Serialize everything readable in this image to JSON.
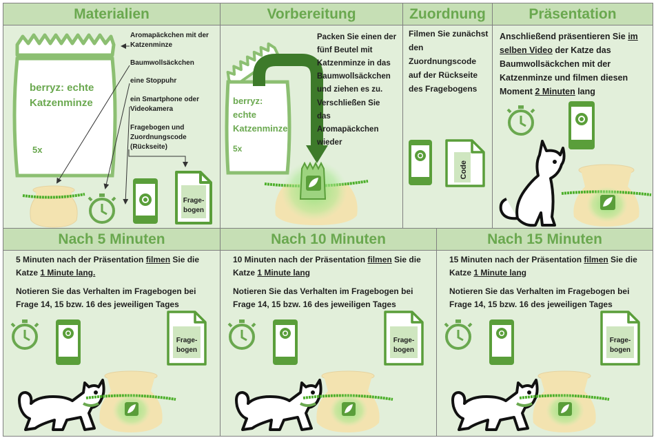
{
  "panels": {
    "materialien": {
      "title": "Materialien",
      "items": [
        "Aromapäckchen mit der Katzenminze",
        "Baumwollsäckchen",
        "eine Stoppuhr",
        "ein Smartphone oder Videokamera",
        "Fragebogen und Zuordnungscode (Rückseite)"
      ],
      "pack_line1": "berryz: echte",
      "pack_line2": "Katzenminze",
      "pack_count": "5x"
    },
    "vorbereitung": {
      "title": "Vorbereitung",
      "step1": "Packen Sie einen der fünf Beutel mit Katzenminze in das Baumwollsäckchen und ziehen es zu.",
      "step2": "Verschließen Sie das Aromapäckchen wieder",
      "pack_line1": "berryz:",
      "pack_line2": "echte",
      "pack_line3": "Katzenminze",
      "pack_count": "5x"
    },
    "zuordnung": {
      "title": "Zuordnung",
      "text": "Filmen Sie zunächst den Zuordnungscode auf der Rückseite des Fragebogens",
      "code_label": "Code"
    },
    "praesentation": {
      "title": "Präsentation",
      "t1": "Anschließend präsentieren Sie",
      "u1": "im selben Video",
      "t2": " der Katze das Baumwollsäckchen mit der Katzenminze und filmen diesen Moment ",
      "u2": "2 Minuten",
      "t3": " lang"
    },
    "nach5": {
      "title": "Nach 5 Minuten",
      "a": "5 Minuten nach der Präsentation ",
      "b": "filmen",
      "c": " Sie die Katze ",
      "d": "1 Minute lang.",
      "note": "Notieren Sie das Verhalten im Fragebogen bei Frage 14, 15 bzw. 16 des jeweiligen Tages"
    },
    "nach10": {
      "title": "Nach 10 Minuten",
      "a": "10 Minuten nach der Präsentation ",
      "b": "filmen",
      "c": " Sie die Katze ",
      "d": "1 Minute lang",
      "note": "Notieren Sie das Verhalten im Fragebogen bei Frage 14, 15 bzw. 16 des jeweiligen Tages"
    },
    "nach15": {
      "title": "Nach 15 Minuten",
      "a": "15 Minuten nach der Präsentation ",
      "b": "filmen",
      "c": " Sie die Katze ",
      "d": "1 Minute lang",
      "note": "Notieren Sie das Verhalten im Fragebogen bei Frage 14, 15 bzw. 16 des jeweiligen Tages"
    }
  },
  "doc_label_1": "Frage-",
  "doc_label_2": "bogen",
  "colors": {
    "header_bg": "#c6dfb5",
    "panel_bg": "#e2efda",
    "title": "#6aa84f",
    "icon_green": "#5a9e3a",
    "dark_green": "#3d7a2a",
    "sack": "#f3e3b0"
  }
}
